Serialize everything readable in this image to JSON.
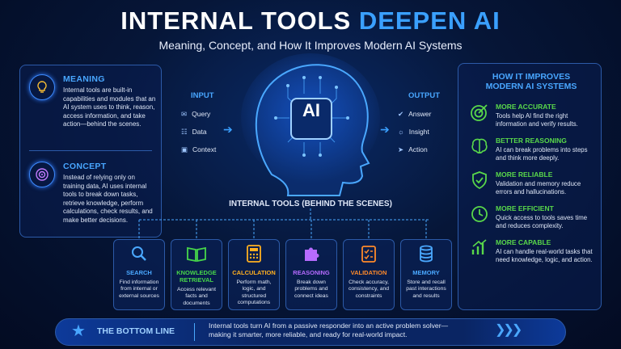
{
  "header": {
    "title_part1": "INTERNAL TOOLS ",
    "title_part2": "DEEPEN AI",
    "subtitle": "Meaning, Concept, and How It Improves Modern AI Systems"
  },
  "meaning": {
    "heading": "MEANING",
    "text": "Internal tools are built-in capabilities and modules that an AI system uses to think, reason, access information, and take action—behind the scenes."
  },
  "concept": {
    "heading": "CONCEPT",
    "text": "Instead of relying only on training data, AI uses internal tools to break down tasks, retrieve knowledge, perform calculations, check results, and make better decisions."
  },
  "input": {
    "heading": "INPUT",
    "items": [
      "Query",
      "Data",
      "Context"
    ]
  },
  "output": {
    "heading": "OUTPUT",
    "items": [
      "Answer",
      "Insight",
      "Action"
    ]
  },
  "brain": {
    "label": "AI"
  },
  "tools_heading": "INTERNAL TOOLS (BEHIND THE SCENES)",
  "tools": [
    {
      "name": "SEARCH",
      "desc": "Find information from internal or external sources",
      "color": "#4aa8ff",
      "icon": "magnifier-icon"
    },
    {
      "name": "KNOWLEDGE RETRIEVAL",
      "desc": "Access relevant facts and documents",
      "color": "#47d64a",
      "icon": "book-icon"
    },
    {
      "name": "CALCULATION",
      "desc": "Perform math, logic, and structured computations",
      "color": "#ffb020",
      "icon": "calculator-icon"
    },
    {
      "name": "REASONING",
      "desc": "Break down problems and connect ideas",
      "color": "#b66bff",
      "icon": "puzzle-icon"
    },
    {
      "name": "VALIDATION",
      "desc": "Check accuracy, consistency, and constraints",
      "color": "#ff8a2a",
      "icon": "checklist-icon"
    },
    {
      "name": "MEMORY",
      "desc": "Store and recall past interactions and results",
      "color": "#4aa8ff",
      "icon": "database-icon"
    }
  ],
  "improves": {
    "heading_line1": "HOW IT IMPROVES",
    "heading_line2": "MODERN AI SYSTEMS",
    "items": [
      {
        "title": "MORE ACCURATE",
        "text": "Tools help AI find the right information and verify results.",
        "icon": "target-icon"
      },
      {
        "title": "BETTER REASONING",
        "text": "AI can break problems into steps and think more deeply.",
        "icon": "brain-icon"
      },
      {
        "title": "MORE RELIABLE",
        "text": "Validation and memory reduce errors and hallucinations.",
        "icon": "shield-icon"
      },
      {
        "title": "MORE EFFICIENT",
        "text": "Quick access to tools saves time and reduces complexity.",
        "icon": "clock-icon"
      },
      {
        "title": "MORE CAPABLE",
        "text": "AI can handle real-world tasks that need knowledge, logic, and action.",
        "icon": "growth-chart-icon"
      }
    ]
  },
  "bottom": {
    "heading": "THE BOTTOM LINE",
    "text_line1": "Internal tools turn AI from a passive responder into an active problem solver—",
    "text_line2": "making it smarter, more reliable, and ready for real-world impact."
  },
  "colors": {
    "accent": "#3aa0ff",
    "green": "#59d84a",
    "background": "#061638"
  }
}
